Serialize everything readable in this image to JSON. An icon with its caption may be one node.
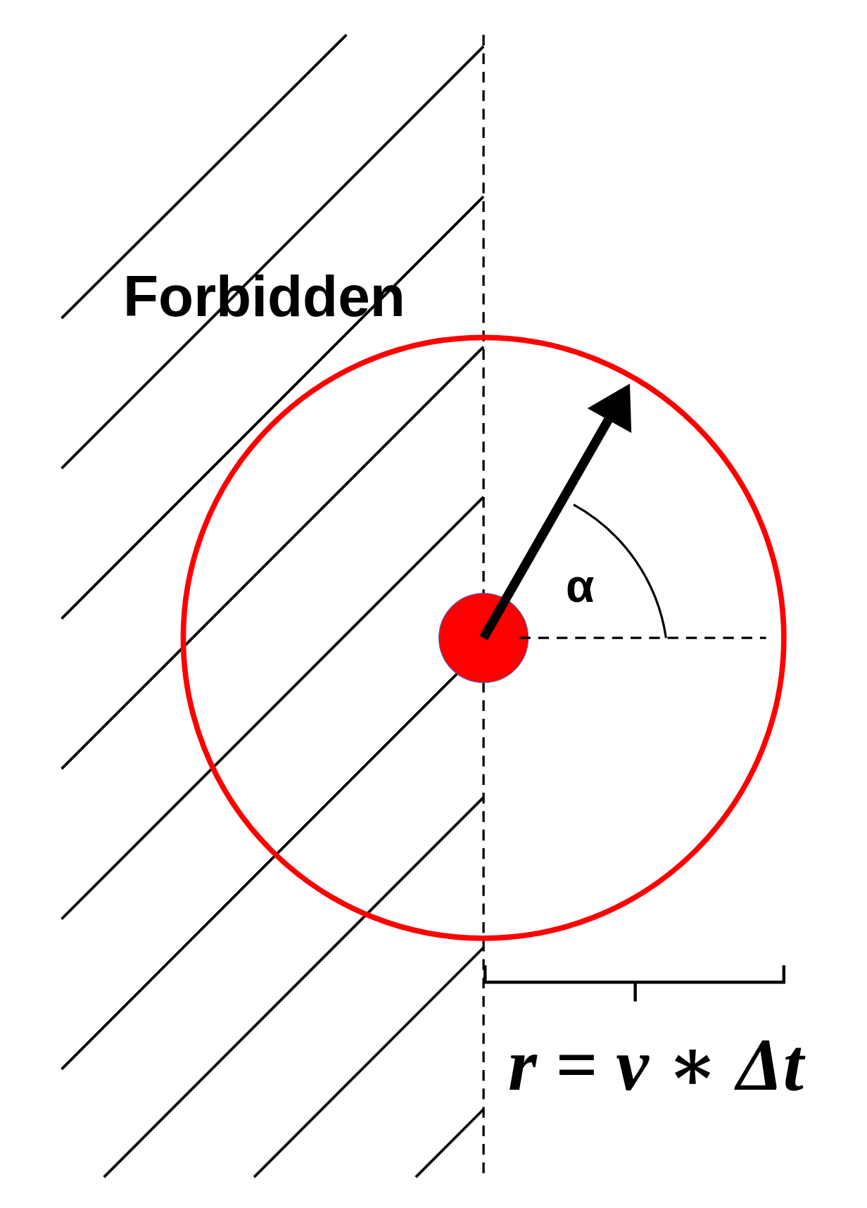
{
  "diagram": {
    "labels": [
      "Forbidden",
      "α",
      "r = v ∗ Δt"
    ]
  }
}
